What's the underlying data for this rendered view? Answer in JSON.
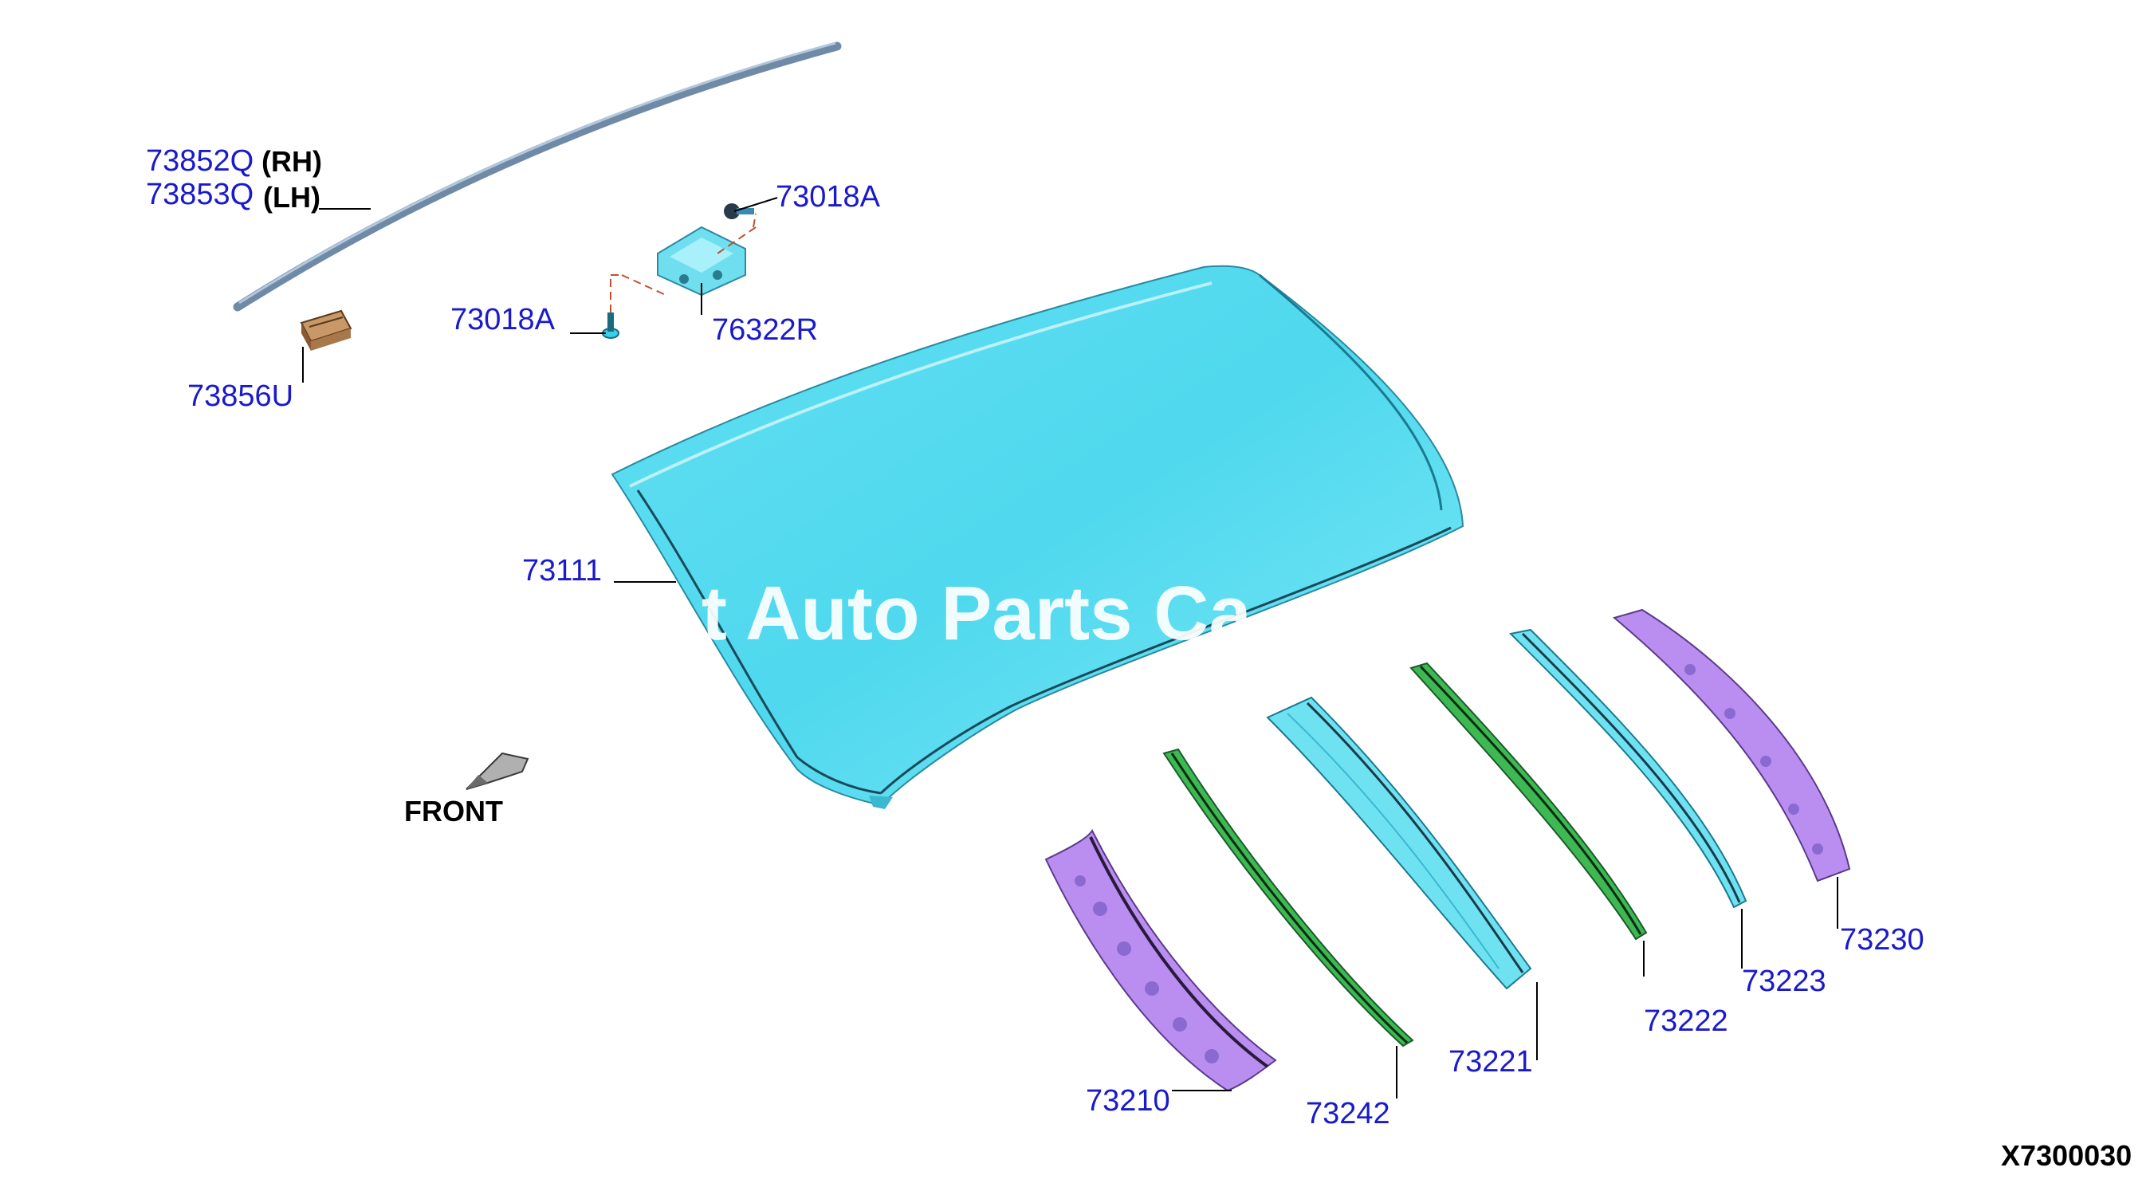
{
  "diagram": {
    "code": "X7300030",
    "front_label": "FRONT",
    "watermark": "t Auto Parts Ca",
    "colors": {
      "roof": "#4fd8ee",
      "rail_cyan": "#6fe2f2",
      "rail_green": "#3db852",
      "rail_purple": "#b98ef0",
      "label_blue": "#1a1acc",
      "molding": "#7f9ab4",
      "clip": "#b8885a"
    },
    "parts": {
      "molding_rh": "73852Q",
      "molding_rh_side": "(RH)",
      "molding_lh": "73853Q",
      "molding_lh_side": "(LH)",
      "clip_73856U": "73856U",
      "fastener_upper": "73018A",
      "fastener_lower": "73018A",
      "bracket": "76322R",
      "roof_panel": "73111",
      "front_rail": "73210",
      "reinforcement_73242": "73242",
      "bow_73221": "73221",
      "bow_73222": "73222",
      "bow_73223": "73223",
      "rear_rail": "73230"
    }
  }
}
